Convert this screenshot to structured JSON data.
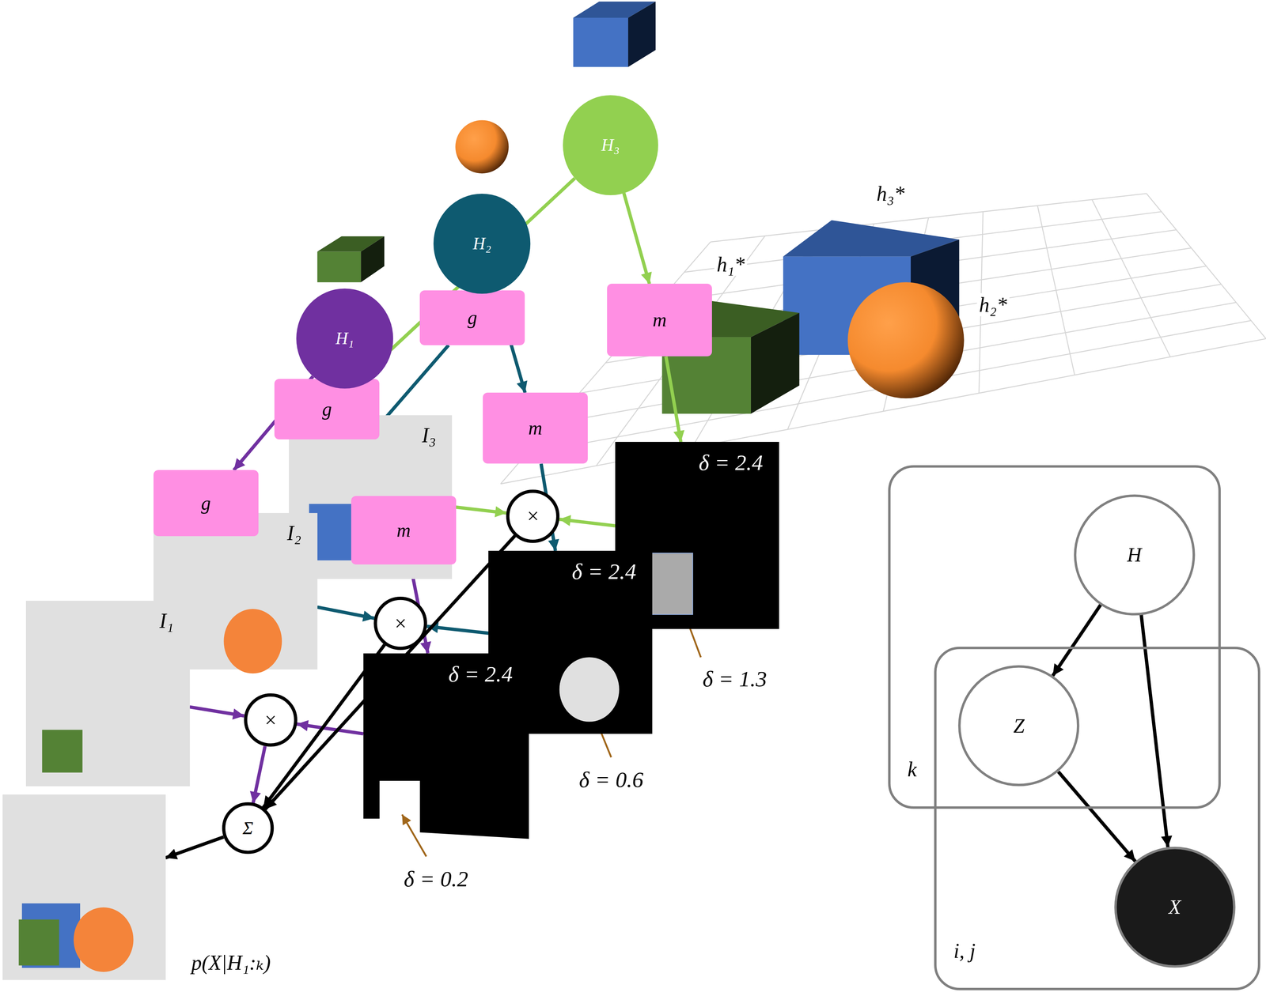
{
  "diagram": {
    "nodes": [
      {
        "text": [
          "H₁"
        ]
      },
      {
        "text": [
          "H₂"
        ]
      },
      {
        "text": [
          "H₃"
        ]
      },
      {
        "text": [
          "g"
        ]
      },
      {
        "text": [
          "g"
        ]
      },
      {
        "text": [
          "g"
        ]
      },
      {
        "text": [
          "m"
        ]
      },
      {
        "text": [
          "m"
        ]
      },
      {
        "text": [
          "m"
        ]
      },
      {
        "text": [
          "I₃"
        ]
      },
      {
        "text": [
          "I₂"
        ]
      },
      {
        "text": [
          "I₁"
        ]
      },
      {
        "text": [
          "δ = 2.4"
        ]
      },
      {
        "text": [
          "δ = 2.4"
        ]
      },
      {
        "text": [
          "δ = 2.4"
        ]
      },
      {
        "text": [
          "×"
        ]
      },
      {
        "text": [
          "×"
        ]
      },
      {
        "text": [
          "×"
        ]
      },
      {
        "text": [
          "Σ"
        ]
      },
      {
        "text": [
          "p(X|H₁:ₖ)"
        ]
      },
      {
        "text": [
          "k"
        ]
      },
      {
        "text": [
          "H"
        ],
        "in": 20
      },
      {
        "text": [
          "i, j"
        ]
      },
      {
        "text": [
          "Z"
        ],
        "in": 22
      },
      {
        "text": [
          "X"
        ],
        "in": 22
      }
    ],
    "edges": [
      {
        "from": 0,
        "to": 5,
        "arrow": "to"
      },
      {
        "from": 5,
        "to": 11,
        "arrow": "to"
      },
      {
        "from": 0,
        "to": 8,
        "arrow": "to"
      },
      {
        "from": 8,
        "to": 14,
        "arrow": "to"
      },
      {
        "from": 11,
        "to": 17,
        "arrow": "to"
      },
      {
        "from": 14,
        "to": 17,
        "arrow": "to"
      },
      {
        "from": 17,
        "to": 18,
        "arrow": "to"
      },
      {
        "from": 1,
        "to": 4,
        "arrow": "to"
      },
      {
        "from": 4,
        "to": 10,
        "arrow": "to"
      },
      {
        "from": 1,
        "to": 7,
        "arrow": "to"
      },
      {
        "from": 7,
        "to": 13,
        "arrow": "to"
      },
      {
        "from": 10,
        "to": 16,
        "arrow": "to"
      },
      {
        "from": 13,
        "to": 16,
        "arrow": "to"
      },
      {
        "from": 16,
        "to": 18,
        "arrow": "to"
      },
      {
        "from": 2,
        "to": 3,
        "arrow": "to"
      },
      {
        "from": 3,
        "to": 9,
        "arrow": "to"
      },
      {
        "from": 2,
        "to": 6,
        "arrow": "to"
      },
      {
        "from": 6,
        "to": 12,
        "arrow": "to"
      },
      {
        "from": 9,
        "to": 15,
        "arrow": "to"
      },
      {
        "from": 12,
        "to": 15,
        "arrow": "to"
      },
      {
        "from": 15,
        "to": 18,
        "arrow": "to"
      },
      {
        "from": 18,
        "to": 19,
        "arrow": "to"
      },
      {
        "from": 21,
        "to": 23,
        "arrow": "to"
      },
      {
        "from": 21,
        "to": 24,
        "arrow": "to"
      },
      {
        "from": 23,
        "to": 24,
        "arrow": "to"
      }
    ],
    "labels": [
      "δ = 0.2",
      "δ = 0.6",
      "δ = 1.3",
      "h₃*",
      "h₁*",
      "h₂*"
    ]
  }
}
